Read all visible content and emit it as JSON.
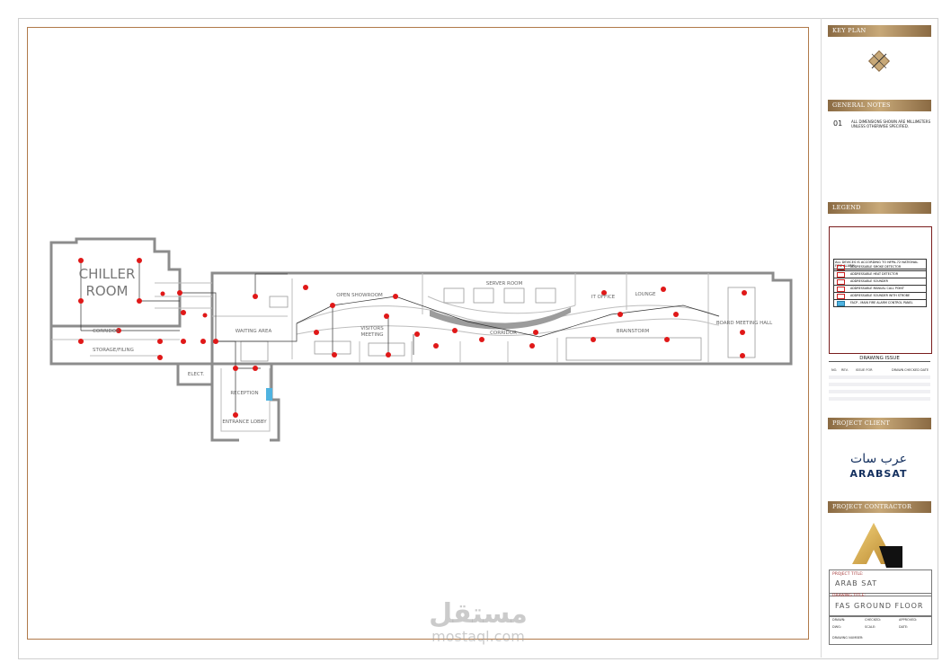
{
  "sheet": {
    "sections": {
      "key_plan": "KEY PLAN",
      "general_notes": "GENERAL NOTES",
      "legend": "LEGEND",
      "drawing_issue": "DRAWING ISSUE",
      "project_client": "PROJECT CLIENT",
      "project_contractor": "PROJECT CONTRACTOR"
    },
    "notes": [
      {
        "num": "01",
        "text": "ALL DIMENSIONS SHOWN ARE MILLIMETERS UNLESS OTHERWISE SPECIFIED."
      }
    ],
    "legend": {
      "header": "ALL DEVICES IS ACCORDING TO NFPA-72 NATIONAL FIRE ALARM",
      "items": [
        "ADDRESSABLE SMOKE DETECTOR",
        "ADDRESSABLE HEAT DETECTOR",
        "ADDRESSABLE SOUNDER",
        "ADDRESSABLE MANUAL CALL POINT",
        "ADDRESSABLE SOUNDER WITH STROBE",
        "FACP - MAIN FIRE ALARM CONTROL PANEL"
      ]
    },
    "issue_table": {
      "columns": [
        "NO.",
        "REV.",
        "ISSUE FOR",
        "DRAWN",
        "CHECKED",
        "DATE"
      ]
    },
    "client": {
      "name_ar": "عرب سات",
      "name_en": "ARABSAT"
    },
    "project": {
      "title_label": "PROJECT TITLE:",
      "title": "ARAB SAT",
      "drawing_label": "DRAWING TITLE:",
      "drawing": "FAS GROUND FLOOR",
      "fields": {
        "drawn": "DRAWN:",
        "checked": "CHECKED:",
        "approved": "APPROVED:",
        "dwg": "DWG:",
        "scale": "SCALE:",
        "date": "DATE:",
        "number": "DRAWING NUMBER:"
      }
    }
  },
  "plan": {
    "rooms": {
      "chiller_1": "CHILLER",
      "chiller_2": "ROOM",
      "corridor_left": "CORRIDOR",
      "storage": "STORAGE/FILING",
      "elect": "ELECT.",
      "waiting": "WAITING AREA",
      "reception": "RECEPTION",
      "entrance": "ENTRANCE LOBBY",
      "open_showroom": "OPEN SHOWROOM",
      "visitors_1": "VISITORS",
      "visitors_2": "MEETING",
      "server": "SERVER ROOM",
      "corridor_mid": "CORRIDOR",
      "it_office": "IT OFFICE",
      "lounge": "LOUNGE",
      "brainstorm": "BRAINSTORM",
      "board": "BOARD MEETING HALL"
    },
    "colors": {
      "wall": "#8c8c8c",
      "detector": "#e01818",
      "accent": "#b07a4a"
    }
  },
  "watermark": {
    "ar": "مستقل",
    "en": "mostaql.com"
  }
}
